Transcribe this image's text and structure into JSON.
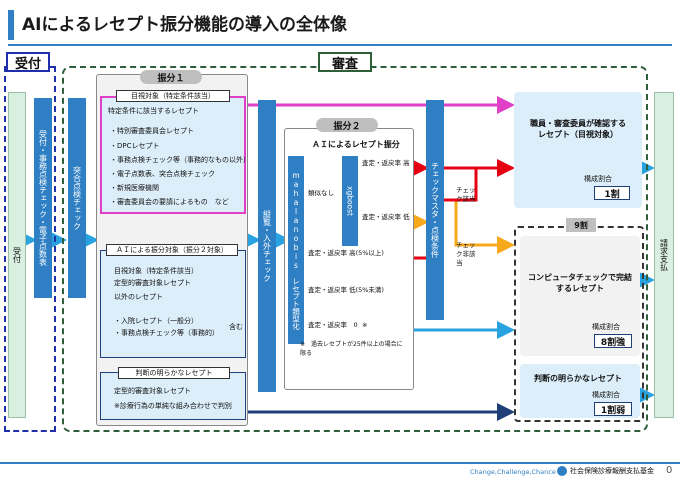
{
  "title": "AIによるレセプト振分機能の導入の全体像",
  "sections": {
    "reception": "受付",
    "review": "審査"
  },
  "columns": {
    "uketsuke": "受付",
    "office_check": "受付・事務点検チェック・電子点数表",
    "totsugo": "突合点検チェック",
    "tateyoko": "縦覧・入外チェック",
    "checkmaster": "チェックマスタ・点検条件",
    "billing": "請求支払"
  },
  "furiwake1": {
    "label": "振分１",
    "visual_title": "目視対象（特定条件該当）",
    "visual_header": "特定条件に該当するレセプト",
    "visual_items": [
      "・特別審査委員会レセプト",
      "・DPCレセプト",
      "・事務点検チェック等（事務的なもの以外）",
      "・電子点数表、突合点検チェック",
      "・新規医療機関",
      "・審査委員会の要請によるもの　など"
    ],
    "ai_title": "ＡＩによる振分対象（振分２対象）",
    "ai_items": [
      "目視対象（特定条件該当）",
      "定型的審査対象レセプト",
      "以外のレセプト"
    ],
    "ai_sub": [
      "・入院レセプト（一般分）",
      "・事務点検チェック等（事務的）"
    ],
    "ai_sub_note": "含む",
    "unclear_title": "判断の明らかなレセプト",
    "unclear_items": [
      "定型的審査対象レセプト",
      "※診療行為の単純な組み合わせで判別"
    ]
  },
  "furiwake2": {
    "label": "振分２",
    "title": "ＡＩによるレセプト振分",
    "mahalanobis": "mahalanobis　レセプト類型化",
    "xgboost": "xgboost",
    "similar_none": "類似なし",
    "rows": [
      "査定・返戻率 高",
      "査定・返戻率 低",
      "査定・返戻率 高(5%以上)",
      "査定・返戻率 低(5%未満)",
      "査定・返戻率　0",
      "※"
    ],
    "footnote": "※　過去レセプトが25件以上の場合に限る"
  },
  "check_labels": [
    "チェック該当",
    "チェック非該当"
  ],
  "targets": {
    "visual": {
      "title": "職員・審査委員が確認するレセプト（目視対象）",
      "ratio_label": "構成割合",
      "ratio": "1割"
    },
    "nine": "9割",
    "computer": {
      "title": "コンピュータチェックで完結するレセプト",
      "ratio_label": "構成割合",
      "ratio": "8割強"
    },
    "clear": {
      "title": "判断の明らかなレセプト",
      "ratio_label": "構成割合",
      "ratio": "1割弱"
    }
  },
  "footer": {
    "slogan": "Change,Challenge,Chance",
    "org": "社会保険診療報酬支払基金",
    "page": "0"
  },
  "colors": {
    "blue": "#2f7fc4",
    "navy": "#1f3f79",
    "red": "#e60012",
    "orange": "#f7a81b",
    "magenta": "#e040c8",
    "purple": "#7b2b8e",
    "cyan": "#29a3e0",
    "lightblue": "#dceefa",
    "green": "#d9efe0"
  }
}
